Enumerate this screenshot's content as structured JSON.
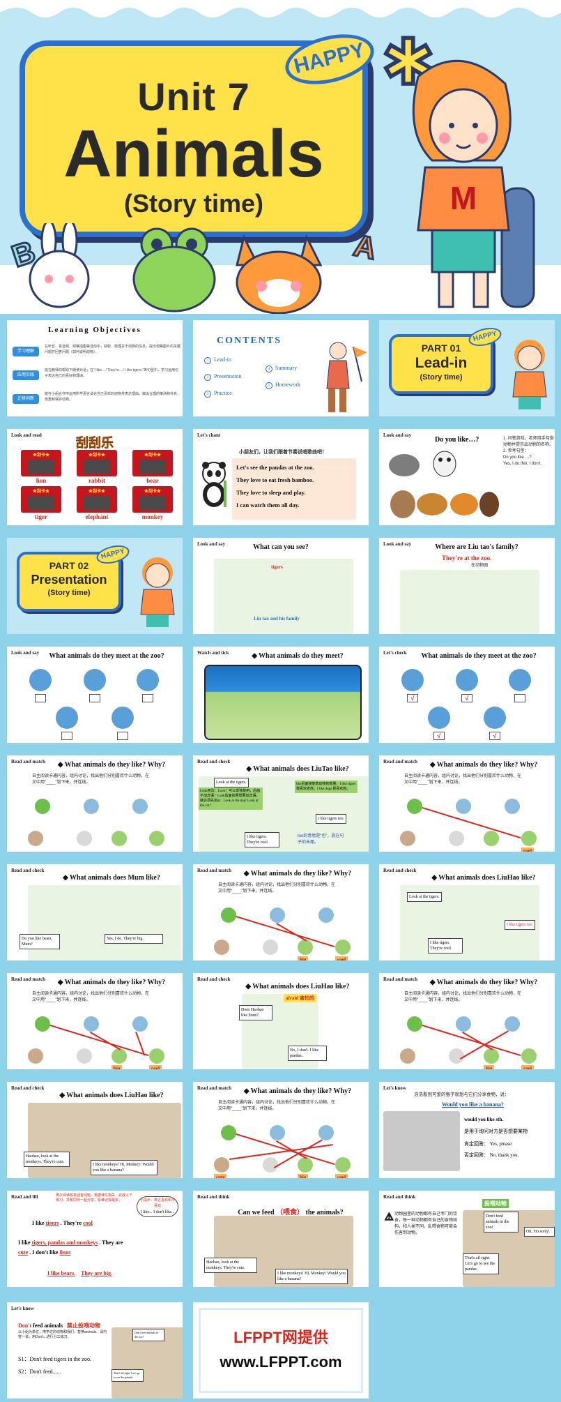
{
  "cover": {
    "unit": "Unit 7",
    "title": "Animals",
    "subtitle": "(Story time)",
    "badge": "HAPPY",
    "letter_b": "B",
    "letter_a": "A",
    "shirt_letter": "M"
  },
  "slides": {
    "objectives": {
      "title": "Learning  Objectives",
      "rows": [
        {
          "pill": "学习理解",
          "text": "在听音、看音频、观察插图等活动中，获取、梳理关于动物的信息，提出观察图片的关键问题并回答问题（如何说明动物）。"
        },
        {
          "pill": "应用实践",
          "text": "能在教师的帮助下朗读对话；在“I like... / They're... / I like tigers.”等句型中，学习运用句子表达自己的喜好和理由。"
        },
        {
          "pill": "迁移创新",
          "text": "能在小组合作中运用所学语言谈论自己喜欢的动物并表达理由，做出合理的推测和补充，尊重和保护动物。"
        }
      ]
    },
    "contents": {
      "title": "CONTENTS",
      "items": [
        {
          "n": "1",
          "label": "Lead-in"
        },
        {
          "n": "2",
          "label": "Presentation"
        },
        {
          "n": "3",
          "label": "Practice"
        },
        {
          "n": "4",
          "label": "Summary"
        },
        {
          "n": "5",
          "label": "Homework"
        }
      ]
    },
    "part1": {
      "label": "PART 01",
      "name": "Lead-in",
      "sub": "(Story time)",
      "badge": "HAPPY"
    },
    "scratch": {
      "tag": "Look and read",
      "title": "刮刮乐",
      "card_header": "★刮卡★",
      "words": [
        "lion",
        "rabbit",
        "bear",
        "tiger",
        "elephant",
        "monkey"
      ]
    },
    "chant": {
      "tag": "Let's chant",
      "header": "小朋友们，让我们跟着节奏说唱歌曲吧！",
      "lines": [
        "Let's see the pandas at the zoo.",
        "They love to eat fresh bamboo.",
        "They love to sleep and play.",
        "I can watch them all day."
      ]
    },
    "doyoulike": {
      "tag": "Look and say",
      "question": "Do you like…?",
      "notes": [
        "1. 问答游戏，老师用手勾指动物并提示出动物的名称。",
        "2. 参考句型：",
        "Do you like …?",
        "Yes, I do./No, I don't."
      ]
    },
    "part2": {
      "label": "PART 02",
      "name": "Presentation",
      "sub": "(Story time)",
      "badge": "HAPPY"
    },
    "cansee": {
      "tag": "Look and say",
      "question": "What can you see?",
      "label1": "tigers",
      "label2": "Liu tao and his family"
    },
    "wheretao": {
      "tag": "Look and say",
      "question": "Where are Liu tao's family?",
      "answer": "They're at the zoo.",
      "note": "在动物园"
    },
    "meet1": {
      "tag": "Look and say",
      "question": "What animals do they meet at the zoo?"
    },
    "watch": {
      "tag": "Watch and tick",
      "question": "What animals do they meet?"
    },
    "meet2": {
      "tag": "Let's check",
      "question": "What animals do they meet at the zoo?",
      "tick": "√"
    },
    "match1": {
      "tag": "Read and match",
      "question": "What animals do they like? Why?",
      "instr": "自主阅读卡通内容，组内讨论，找出他们分别喜欢什么动物，在文中用“____”划下来，并连线。"
    },
    "liutao": {
      "tag": "Read and check",
      "question": "What animals does LiuTao like?",
      "green1": "Look用法：Look！可以单独使用，后面不加宾语！Look后面如果想要加宾语，就必须先加at：Look at the dog!  Look at the cat !",
      "green2": "like后面接复数动物的数量。I like tigers 我喜欢老虎。I like dogs 我喜欢狗。",
      "bubble1": "Look at the tigers.",
      "bubble2": "I like tigers too.",
      "bubble3": "I like tigers. They're cool.",
      "note": "too的意思是“也”，放在句子的末尾。"
    },
    "match2": {
      "tag": "Read and match",
      "question": "What animals do they like? Why?",
      "instr": "自主阅读卡通内容，组内讨论，找出他们分别喜欢什么动物，在文中用“____”划下来，并连线。",
      "tag1": "cool"
    },
    "mum": {
      "tag": "Read and check",
      "question": "What animals does Mum like?",
      "bubble1": "Do you like bears, Mum?",
      "bubble2": "Yes, I do. They're big."
    },
    "match3": {
      "tag": "Read and match",
      "question": "What animals do they like? Why?",
      "instr": "自主阅读卡通内容，组内讨论，找出他们分别喜欢什么动物，在文中用“____”划下来，并连线。",
      "tag1": "big",
      "tag2": "cool"
    },
    "liuhao1": {
      "tag": "Read and check",
      "question": "What animals does LiuHao like?",
      "bubble1": "Look at the tigers.",
      "bubble2": "I like tigers too.",
      "bubble3": "I like tigers. They're cool."
    },
    "match4": {
      "tag": "Read and match",
      "question": "What animals do they like? Why?",
      "instr": "自主阅读卡通内容，组内讨论，找出他们分别喜欢什么动物，在文中用“____”划下来，并连线。",
      "tag1": "big",
      "tag2": "cool"
    },
    "liuhao2": {
      "tag": "Read and check",
      "question": "What animals does LiuHao like?",
      "afraid": "afraid 害怕的",
      "bubble1": "Does Haohao like lions?",
      "bubble2": "No, I don't. I like pandas."
    },
    "match5": {
      "tag": "Read and match",
      "question": "What animals do they like? Why?",
      "instr": "自主阅读卡通内容，组内讨论，找出他们分别喜欢什么动物，在文中用“____”划下来，并连线。",
      "tag1": "big",
      "tag2": "cool"
    },
    "liuhao3": {
      "tag": "Read and check",
      "question": "What animals does LiuHao like?",
      "bubble1": "Haohao, look at the monkeys. They're cute.",
      "bubble2": "I like monkeys! Hi, Monkey! Would you like a banana?"
    },
    "match6": {
      "tag": "Read and match",
      "question": "What animals do they like? Why?",
      "instr": "自主阅读卡通内容，组内讨论，找出他们分别喜欢什么动物，在文中用“____”划下来，并连线。",
      "tag0": "cute",
      "tag1": "big",
      "tag2": "cool"
    },
    "know1": {
      "tag": "Let's know",
      "header": "浩浩看到可爱的猴子就想与它们分享食物，说：",
      "blue": "Would you like a banana?",
      "lines": [
        "would you like sth.",
        "是用于询问对方是否想要某物",
        "肯定回答： Yes, please.",
        "否定回答： No, thank you."
      ]
    },
    "fill": {
      "tag": "Read and fill",
      "hint": "再次阅读故事回答问题，根据课文相关，完成以下练习，并和同伴一起分享，看谁记得最多。",
      "bubble": "I like... I don't like...",
      "bubble_hint": "小提示：表达喜欢和不喜欢",
      "line1_a": "I like",
      "line1_b": "tigers",
      "line1_c": ". They're",
      "line1_d": "cool",
      "line2_a": "I like",
      "line2_b": "tigers, pandas and monkeys",
      "line2_c": ". They",
      "line2_d": "are",
      "line3_a": "cute",
      "line3_b": ". I don't like",
      "line3_c": "lions",
      "line4_a": "I like bears.",
      "line4_b": "They are big."
    },
    "think1": {
      "tag": "Read and think",
      "question_a": "Can we feed",
      "question_b": "（喂食）",
      "question_c": "the animals?",
      "bubble1": "Haohao, look at the monkeys. They're cute.",
      "bubble2": "I like monkeys! Hi, Monkey! Would you like a banana?"
    },
    "think2": {
      "tag": "Read and think",
      "sign": "投喂动物",
      "text": "动物园里的动物都有自己专门的饮食，每一种动物都有自己的食物结构，和人类不同，乱喂食物可能会伤害到动物。",
      "bubble1": "Don't feed animals in the zoo!",
      "bubble2": "Oh, I'm sorry!",
      "bubble3": "That's all right. Let's go to see the pandas."
    },
    "know2": {
      "tag": "Let's know",
      "head_a": "Don't",
      "head_b": " feed animals",
      "head_c": "禁止投喂动物",
      "note": "以小组为单位，用学过的动物和我们，替换animals、请内容一说，用Don't...进行分工练习。",
      "s1": "S1：Don't feed tigers in the zoo.",
      "s2": "S2：Don't feed......",
      "sign": "Don't feed animals in the zoo!",
      "bubble": "That's all right. Let's go to see the pandas."
    }
  },
  "footer": {
    "line1": "LFPPT网提供",
    "line2": "www.LFPPT.com"
  }
}
